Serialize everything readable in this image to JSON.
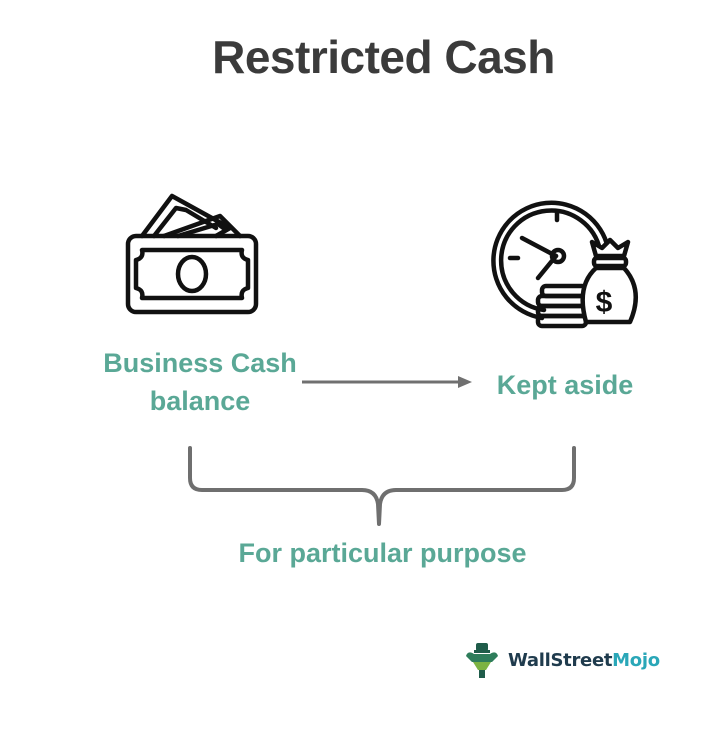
{
  "title": "Restricted Cash",
  "left": {
    "icon": "cash-bills-icon",
    "label_line1": "Business Cash",
    "label_line2": "balance"
  },
  "right": {
    "icon": "clock-money-bag-icon",
    "label": "Kept aside",
    "money_symbol": "$"
  },
  "arrow": {
    "direction": "left-to-right"
  },
  "bottom": {
    "label": "For particular purpose"
  },
  "logo": {
    "text_main": "WallStreet",
    "text_accent": "Mojo"
  },
  "colors": {
    "title": "#3b3b3b",
    "label": "#5aa896",
    "connector": "#707070",
    "icon_stroke": "#111111",
    "logo_dark": "#1f3b4d",
    "logo_accent": "#2aa7b8",
    "logo_green": "#7cb342"
  }
}
